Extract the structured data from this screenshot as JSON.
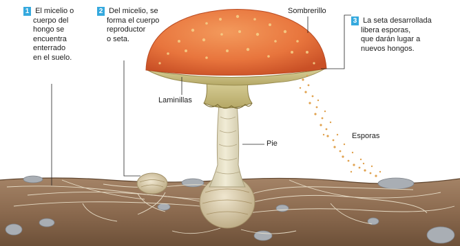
{
  "colors": {
    "accent": "#35a9de",
    "cap": "#e8753d",
    "cap_dark": "#d55a2c",
    "stem": "#e9e3cb",
    "soil": "#8b6a4f",
    "spore": "#e0a24f"
  },
  "callouts": [
    {
      "number": "1",
      "lines": [
        "El micelio o",
        "cuerpo del",
        "hongo se",
        "encuentra",
        "enterrado",
        "en el suelo."
      ]
    },
    {
      "number": "2",
      "lines": [
        "Del micelio, se",
        "forma el cuerpo",
        "reproductor",
        "o seta."
      ]
    },
    {
      "number": "3",
      "lines": [
        "La seta desarrollada",
        "libera esporas,",
        "que darán lugar a",
        "nuevos hongos."
      ]
    }
  ],
  "labels": {
    "sombrerillo": "Sombrerillo",
    "laminillas": "Laminillas",
    "pie": "Pie",
    "esporas": "Esporas"
  }
}
